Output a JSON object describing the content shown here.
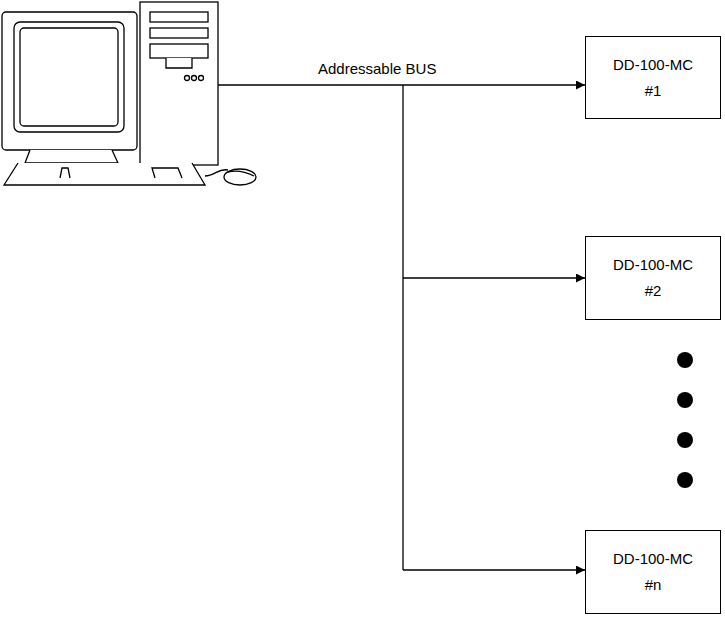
{
  "diagram": {
    "nodes": [
      {
        "text": [
          "DD-100-MC",
          "#1"
        ]
      },
      {
        "text": [
          "DD-100-MC",
          "#2"
        ]
      },
      {
        "text": [
          "DD-100-MC",
          "#n"
        ]
      }
    ],
    "labels": [
      "Addressable BUS"
    ]
  }
}
